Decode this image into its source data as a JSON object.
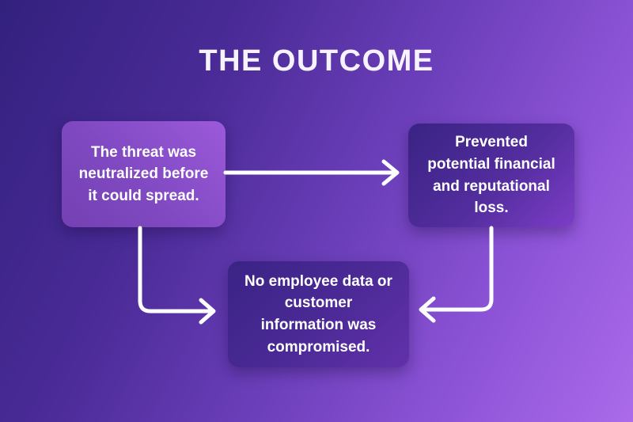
{
  "title": "THE OUTCOME",
  "boxes": [
    {
      "id": "threat-neutralized",
      "text": "The threat was neutralized before it could spread."
    },
    {
      "id": "prevented-loss",
      "text": "Prevented potential financial and reputational loss."
    },
    {
      "id": "no-data-compromised",
      "text": "No employee data or customer information was compromised."
    }
  ],
  "connectors": [
    {
      "from": "threat-neutralized",
      "to": "prevented-loss",
      "shape": "straight-right"
    },
    {
      "from": "threat-neutralized",
      "to": "no-data-compromised",
      "shape": "elbow-down-right"
    },
    {
      "from": "prevented-loss",
      "to": "no-data-compromised",
      "shape": "elbow-down-left"
    }
  ],
  "colors": {
    "background_top_left": "#33217e",
    "background_bottom_right": "#ab6bea",
    "box1_gradient_light": "#9c5ada",
    "box1_gradient_dark": "#7440b2",
    "box2_gradient_dark": "#392383",
    "box2_gradient_light": "#7c3dc7",
    "box3_gradient_dark": "#3a2385",
    "box3_gradient_light": "#6331ab",
    "arrow": "#ffffff",
    "text": "#ffffff"
  }
}
